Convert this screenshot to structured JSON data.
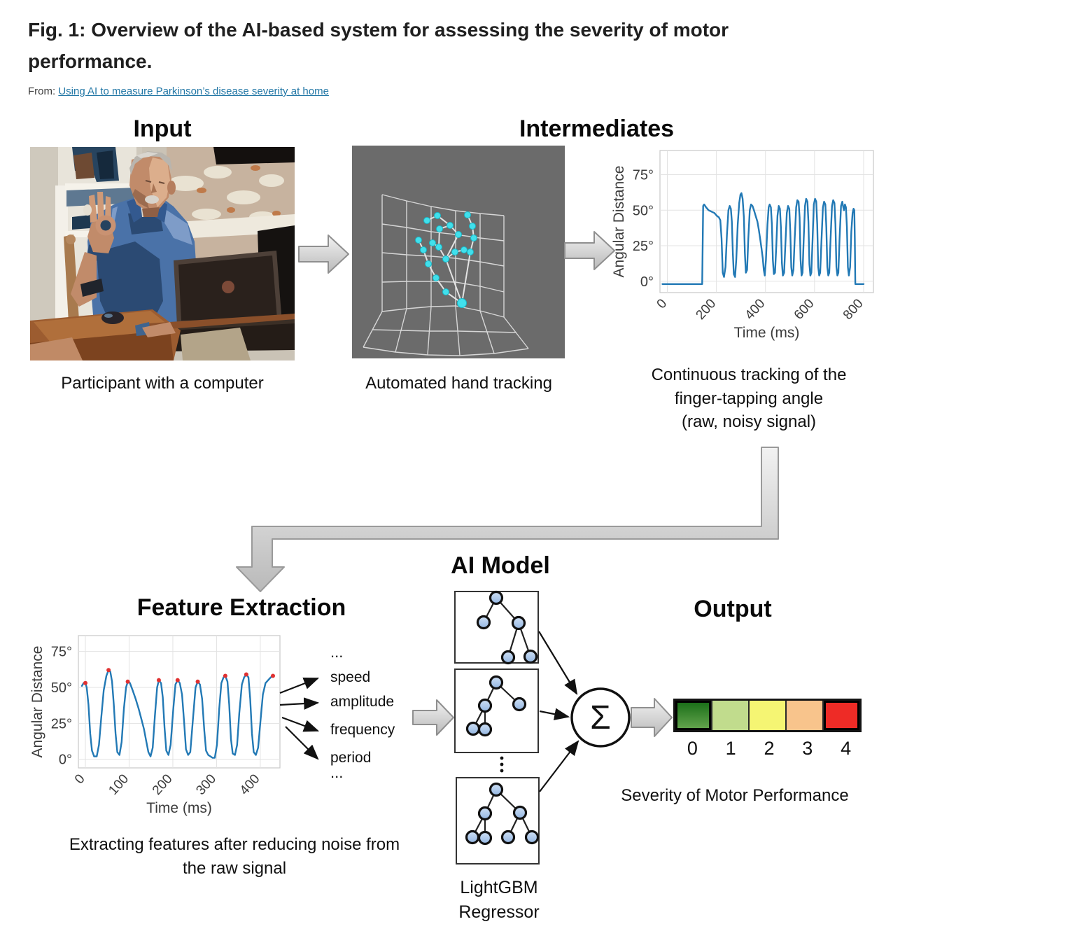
{
  "colors": {
    "link": "#2176a5",
    "title_text": "#1f1f1f",
    "panel_gray": "#6b6b6b",
    "line_blue": "#2279b5",
    "peak_red": "#e03131",
    "tree_node_fill": "#a9c6ec",
    "severity_cells": [
      "linear-gradient(180deg,#156b15,#68a750)",
      "#c1dc8d",
      "#f5f573",
      "#f8c48c",
      "#ee2b26"
    ]
  },
  "page": {
    "title_lines": [
      "Fig. 1: Overview of the AI-based system for assessing the severity of motor",
      "performance."
    ],
    "source_prefix": "From:",
    "source_link_text": "Using AI to measure Parkinson’s disease severity at home"
  },
  "figure": {
    "input": {
      "heading": "Input",
      "caption": "Participant with a computer"
    },
    "intermediates": {
      "heading": "Intermediates",
      "tracking_caption": "Automated hand tracking",
      "signal_caption_lines": [
        "Continuous tracking of the",
        "finger-tapping angle",
        "(raw, noisy signal)"
      ]
    },
    "feature_extraction": {
      "heading": "Feature Extraction",
      "ellipsis": "...",
      "features": [
        "speed",
        "amplitude",
        "frequency",
        "period"
      ],
      "caption_lines": [
        "Extracting features after reducing noise from",
        "the raw signal"
      ]
    },
    "ai_model": {
      "heading": "AI Model",
      "sum_symbol": "Σ",
      "model_label_lines": [
        "LightGBM",
        "Regressor"
      ]
    },
    "output": {
      "heading": "Output",
      "scale_values": [
        "0",
        "1",
        "2",
        "3",
        "4"
      ],
      "caption": "Severity of Motor Performance"
    }
  },
  "chart_data": [
    {
      "id": "raw-signal",
      "type": "line",
      "title": "Continuous tracking of the finger-tapping angle (raw, noisy signal)",
      "xlabel": "Time (ms)",
      "ylabel": "Angular Distance",
      "x_ticks": [
        0,
        200,
        400,
        600,
        800
      ],
      "y_ticks": [
        0,
        25,
        50,
        75
      ],
      "y_tick_suffix": "°",
      "xlim": [
        -30,
        840
      ],
      "ylim": [
        -8,
        92
      ],
      "grid": true,
      "legend": false,
      "line_color": "#2279b5",
      "points": [
        [
          -20,
          -2
        ],
        [
          140,
          -2
        ],
        [
          142,
          -2
        ],
        [
          146,
          53
        ],
        [
          150,
          54
        ],
        [
          158,
          52
        ],
        [
          168,
          50
        ],
        [
          180,
          49
        ],
        [
          192,
          48
        ],
        [
          202,
          46
        ],
        [
          210,
          45
        ],
        [
          216,
          43
        ],
        [
          221,
          30
        ],
        [
          226,
          6
        ],
        [
          231,
          3
        ],
        [
          237,
          10
        ],
        [
          243,
          33
        ],
        [
          249,
          50
        ],
        [
          254,
          53
        ],
        [
          259,
          51
        ],
        [
          263,
          42
        ],
        [
          267,
          20
        ],
        [
          271,
          5
        ],
        [
          276,
          3
        ],
        [
          281,
          15
        ],
        [
          287,
          40
        ],
        [
          293,
          55
        ],
        [
          298,
          61
        ],
        [
          302,
          62
        ],
        [
          307,
          58
        ],
        [
          312,
          45
        ],
        [
          316,
          20
        ],
        [
          320,
          6
        ],
        [
          325,
          8
        ],
        [
          330,
          30
        ],
        [
          336,
          50
        ],
        [
          341,
          54
        ],
        [
          347,
          53
        ],
        [
          353,
          50
        ],
        [
          360,
          46
        ],
        [
          367,
          42
        ],
        [
          373,
          36
        ],
        [
          379,
          29
        ],
        [
          384,
          23
        ],
        [
          389,
          16
        ],
        [
          393,
          8
        ],
        [
          397,
          4
        ],
        [
          402,
          15
        ],
        [
          408,
          40
        ],
        [
          413,
          52
        ],
        [
          417,
          54
        ],
        [
          422,
          52
        ],
        [
          426,
          40
        ],
        [
          430,
          15
        ],
        [
          434,
          5
        ],
        [
          439,
          6
        ],
        [
          444,
          25
        ],
        [
          449,
          46
        ],
        [
          454,
          53
        ],
        [
          459,
          51
        ],
        [
          463,
          38
        ],
        [
          467,
          13
        ],
        [
          471,
          4
        ],
        [
          476,
          6
        ],
        [
          481,
          25
        ],
        [
          487,
          48
        ],
        [
          492,
          53
        ],
        [
          497,
          51
        ],
        [
          501,
          35
        ],
        [
          505,
          10
        ],
        [
          509,
          4
        ],
        [
          514,
          8
        ],
        [
          519,
          30
        ],
        [
          525,
          52
        ],
        [
          530,
          57
        ],
        [
          535,
          56
        ],
        [
          539,
          45
        ],
        [
          543,
          15
        ],
        [
          547,
          4
        ],
        [
          551,
          6
        ],
        [
          556,
          30
        ],
        [
          561,
          53
        ],
        [
          566,
          58
        ],
        [
          571,
          56
        ],
        [
          575,
          42
        ],
        [
          579,
          12
        ],
        [
          583,
          4
        ],
        [
          587,
          6
        ],
        [
          592,
          30
        ],
        [
          597,
          54
        ],
        [
          602,
          58
        ],
        [
          607,
          56
        ],
        [
          611,
          40
        ],
        [
          615,
          10
        ],
        [
          619,
          4
        ],
        [
          623,
          6
        ],
        [
          628,
          28
        ],
        [
          634,
          52
        ],
        [
          639,
          56
        ],
        [
          644,
          54
        ],
        [
          648,
          38
        ],
        [
          652,
          10
        ],
        [
          656,
          4
        ],
        [
          660,
          6
        ],
        [
          665,
          28
        ],
        [
          671,
          53
        ],
        [
          676,
          57
        ],
        [
          681,
          55
        ],
        [
          685,
          40
        ],
        [
          689,
          10
        ],
        [
          693,
          4
        ],
        [
          697,
          6
        ],
        [
          702,
          30
        ],
        [
          708,
          53
        ],
        [
          713,
          56
        ],
        [
          717,
          52
        ],
        [
          720,
          50
        ],
        [
          724,
          54
        ],
        [
          728,
          52
        ],
        [
          732,
          38
        ],
        [
          736,
          10
        ],
        [
          740,
          4
        ],
        [
          745,
          10
        ],
        [
          750,
          35
        ],
        [
          755,
          48
        ],
        [
          759,
          51
        ],
        [
          762,
          50
        ],
        [
          764,
          30
        ],
        [
          766,
          -2
        ],
        [
          800,
          -2
        ]
      ]
    },
    {
      "id": "smoothed-signal",
      "type": "line",
      "title": "Extracting features after reducing noise from the raw signal",
      "xlabel": "Time (ms)",
      "ylabel": "Angular Distance",
      "x_ticks": [
        0,
        100,
        200,
        300,
        400
      ],
      "y_ticks": [
        0,
        25,
        50,
        75
      ],
      "y_tick_suffix": "°",
      "xlim": [
        -16,
        445
      ],
      "ylim": [
        -6,
        86
      ],
      "grid": true,
      "legend": false,
      "line_color": "#2279b5",
      "peak_color": "#e03131",
      "points": [
        [
          -8,
          51
        ],
        [
          -4,
          53
        ],
        [
          0,
          53
        ],
        [
          3,
          50
        ],
        [
          7,
          38
        ],
        [
          11,
          18
        ],
        [
          15,
          6
        ],
        [
          20,
          2
        ],
        [
          26,
          2
        ],
        [
          31,
          10
        ],
        [
          36,
          28
        ],
        [
          42,
          48
        ],
        [
          48,
          58
        ],
        [
          53,
          62
        ],
        [
          57,
          61
        ],
        [
          61,
          54
        ],
        [
          65,
          38
        ],
        [
          69,
          18
        ],
        [
          73,
          5
        ],
        [
          78,
          3
        ],
        [
          83,
          12
        ],
        [
          88,
          35
        ],
        [
          93,
          50
        ],
        [
          97,
          54
        ],
        [
          102,
          53
        ],
        [
          108,
          48
        ],
        [
          115,
          42
        ],
        [
          122,
          35
        ],
        [
          128,
          28
        ],
        [
          134,
          21
        ],
        [
          139,
          13
        ],
        [
          144,
          5
        ],
        [
          149,
          2
        ],
        [
          154,
          8
        ],
        [
          159,
          30
        ],
        [
          164,
          50
        ],
        [
          168,
          55
        ],
        [
          173,
          53
        ],
        [
          177,
          43
        ],
        [
          181,
          22
        ],
        [
          185,
          6
        ],
        [
          190,
          3
        ],
        [
          195,
          10
        ],
        [
          201,
          35
        ],
        [
          206,
          52
        ],
        [
          211,
          55
        ],
        [
          216,
          53
        ],
        [
          221,
          45
        ],
        [
          226,
          25
        ],
        [
          230,
          7
        ],
        [
          235,
          3
        ],
        [
          240,
          5
        ],
        [
          246,
          28
        ],
        [
          252,
          50
        ],
        [
          257,
          54
        ],
        [
          262,
          52
        ],
        [
          267,
          42
        ],
        [
          272,
          20
        ],
        [
          276,
          6
        ],
        [
          281,
          3
        ],
        [
          286,
          2
        ],
        [
          291,
          1
        ],
        [
          296,
          1
        ],
        [
          301,
          10
        ],
        [
          306,
          35
        ],
        [
          311,
          53
        ],
        [
          316,
          57
        ],
        [
          320,
          58
        ],
        [
          325,
          54
        ],
        [
          329,
          38
        ],
        [
          333,
          14
        ],
        [
          337,
          4
        ],
        [
          342,
          3
        ],
        [
          347,
          10
        ],
        [
          352,
          32
        ],
        [
          358,
          52
        ],
        [
          363,
          57
        ],
        [
          368,
          59
        ],
        [
          373,
          57
        ],
        [
          377,
          42
        ],
        [
          381,
          18
        ],
        [
          385,
          5
        ],
        [
          390,
          3
        ],
        [
          395,
          8
        ],
        [
          400,
          25
        ],
        [
          406,
          45
        ],
        [
          412,
          53
        ],
        [
          418,
          55
        ],
        [
          424,
          57
        ],
        [
          429,
          58
        ]
      ],
      "peaks": [
        [
          0,
          53
        ],
        [
          53,
          62
        ],
        [
          97,
          54
        ],
        [
          168,
          55
        ],
        [
          211,
          55
        ],
        [
          257,
          54
        ],
        [
          320,
          58
        ],
        [
          368,
          59
        ],
        [
          429,
          58
        ]
      ]
    }
  ]
}
